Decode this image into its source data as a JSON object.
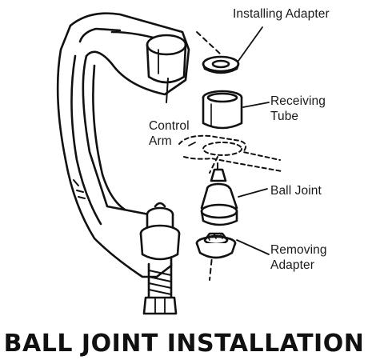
{
  "labels": {
    "installing_adapter": "Installing Adapter",
    "receiving_tube_line1": "Receiving",
    "receiving_tube_line2": "Tube",
    "control_arm_line1": "Control",
    "control_arm_line2": "Arm",
    "ball_joint": "Ball Joint",
    "removing_adapter_line1": "Removing",
    "removing_adapter_line2": "Adapter"
  },
  "title": "BALL JOINT INSTALLATION"
}
